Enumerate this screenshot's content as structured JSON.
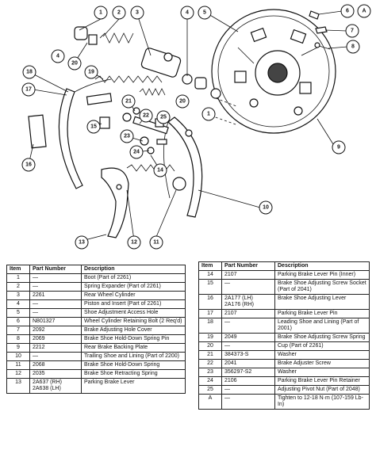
{
  "diagram": {
    "callouts": [
      "1",
      "2",
      "3",
      "4",
      "5",
      "6",
      "7",
      "8",
      "9",
      "10",
      "11",
      "12",
      "13",
      "14",
      "15",
      "16",
      "17",
      "18",
      "19",
      "20",
      "21",
      "22",
      "23",
      "24",
      "25",
      "A"
    ]
  },
  "table": {
    "headers": {
      "item": "Item",
      "part_number": "Part Number",
      "description": "Description"
    },
    "left_rows": [
      {
        "item": "1",
        "part": "—",
        "desc": "Boot (Part of 2261)"
      },
      {
        "item": "2",
        "part": "—",
        "desc": "Spring Expander (Part of 2261)"
      },
      {
        "item": "3",
        "part": "2261",
        "desc": "Rear Wheel Cylinder"
      },
      {
        "item": "4",
        "part": "—",
        "desc": "Piston and Insert (Part of 2261)"
      },
      {
        "item": "5",
        "part": "—",
        "desc": "Shoe Adjustment Access Hole"
      },
      {
        "item": "6",
        "part": "N801327",
        "desc": "Wheel Cylinder Retaining Bolt (2 Req'd)"
      },
      {
        "item": "7",
        "part": "2092",
        "desc": "Brake Adjusting Hole Cover"
      },
      {
        "item": "8",
        "part": "2069",
        "desc": "Brake Shoe Hold-Down Spring Pin"
      },
      {
        "item": "9",
        "part": "2212",
        "desc": "Rear Brake Backing Plate"
      },
      {
        "item": "10",
        "part": "—",
        "desc": "Trailing Shoe and Lining (Part of 2200)"
      },
      {
        "item": "11",
        "part": "2068",
        "desc": "Brake Shoe Hold-Down Spring"
      },
      {
        "item": "12",
        "part": "2035",
        "desc": "Brake Shoe Retracting Spring"
      },
      {
        "item": "13",
        "part": "2A637 (RH)\n2A638 (LH)",
        "desc": "Parking Brake Lever"
      }
    ],
    "right_rows": [
      {
        "item": "14",
        "part": "2107",
        "desc": "Parking Brake Lever Pin (Inner)"
      },
      {
        "item": "15",
        "part": "—",
        "desc": "Brake Shoe Adjusting Screw Socket (Part of 2041)"
      },
      {
        "item": "16",
        "part": "2A177 (LH)\n2A176 (RH)",
        "desc": "Brake Shoe Adjusting Lever"
      },
      {
        "item": "17",
        "part": "2107",
        "desc": "Parking Brake Lever Pin"
      },
      {
        "item": "18",
        "part": "—",
        "desc": "Leading Shoe and Lining (Part of 2001)"
      },
      {
        "item": "19",
        "part": "2049",
        "desc": "Brake Shoe Adjusting Screw Spring"
      },
      {
        "item": "20",
        "part": "—",
        "desc": "Cup (Part of 2261)"
      },
      {
        "item": "21",
        "part": "384373-S",
        "desc": "Washer"
      },
      {
        "item": "22",
        "part": "2041",
        "desc": "Brake Adjuster Screw"
      },
      {
        "item": "23",
        "part": "356297-S2",
        "desc": "Washer"
      },
      {
        "item": "24",
        "part": "2106",
        "desc": "Parking Brake Lever Pin Retainer"
      },
      {
        "item": "25",
        "part": "—",
        "desc": "Adjusting Pivot Nut (Part of 2048)"
      },
      {
        "item": "A",
        "part": "—",
        "desc": "Tighten to 12-18 N·m (107-159 Lb-In)"
      }
    ]
  }
}
